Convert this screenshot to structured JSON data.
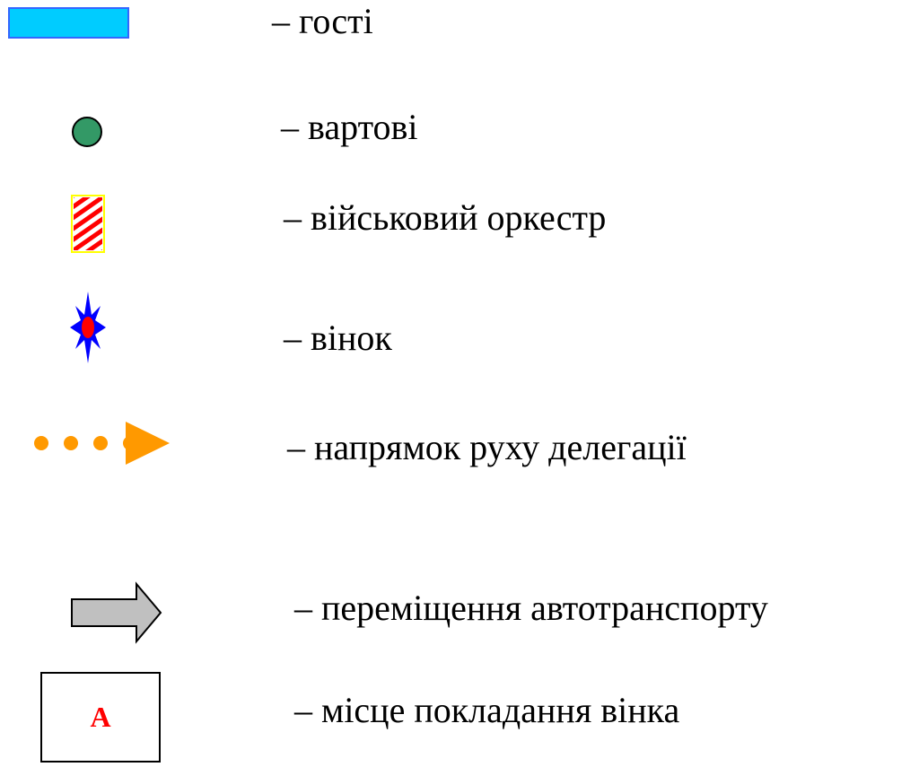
{
  "legend": [
    {
      "icon": "guests-rect",
      "label": "– гості"
    },
    {
      "icon": "guard-circle",
      "label": "– вартові"
    },
    {
      "icon": "orchestra-striped-rect",
      "label": "– військовий оркестр"
    },
    {
      "icon": "wreath-star",
      "label": "– вінок"
    },
    {
      "icon": "dotted-arrow",
      "label": "– напрямок руху делегації"
    },
    {
      "icon": "block-arrow",
      "label": "– переміщення автотранспорту"
    },
    {
      "icon": "boxed-letter",
      "label": "– місце покладання вінка",
      "box_letter": "A"
    }
  ],
  "colors": {
    "guests": "#00ccff",
    "guard": "#339966",
    "orchestra": "#ff0000",
    "wreath_star": "#0000ff",
    "wreath_center": "#ff0000",
    "delegation": "#ff9900",
    "transport": "#c0c0c0",
    "letter": "#ff0000"
  }
}
